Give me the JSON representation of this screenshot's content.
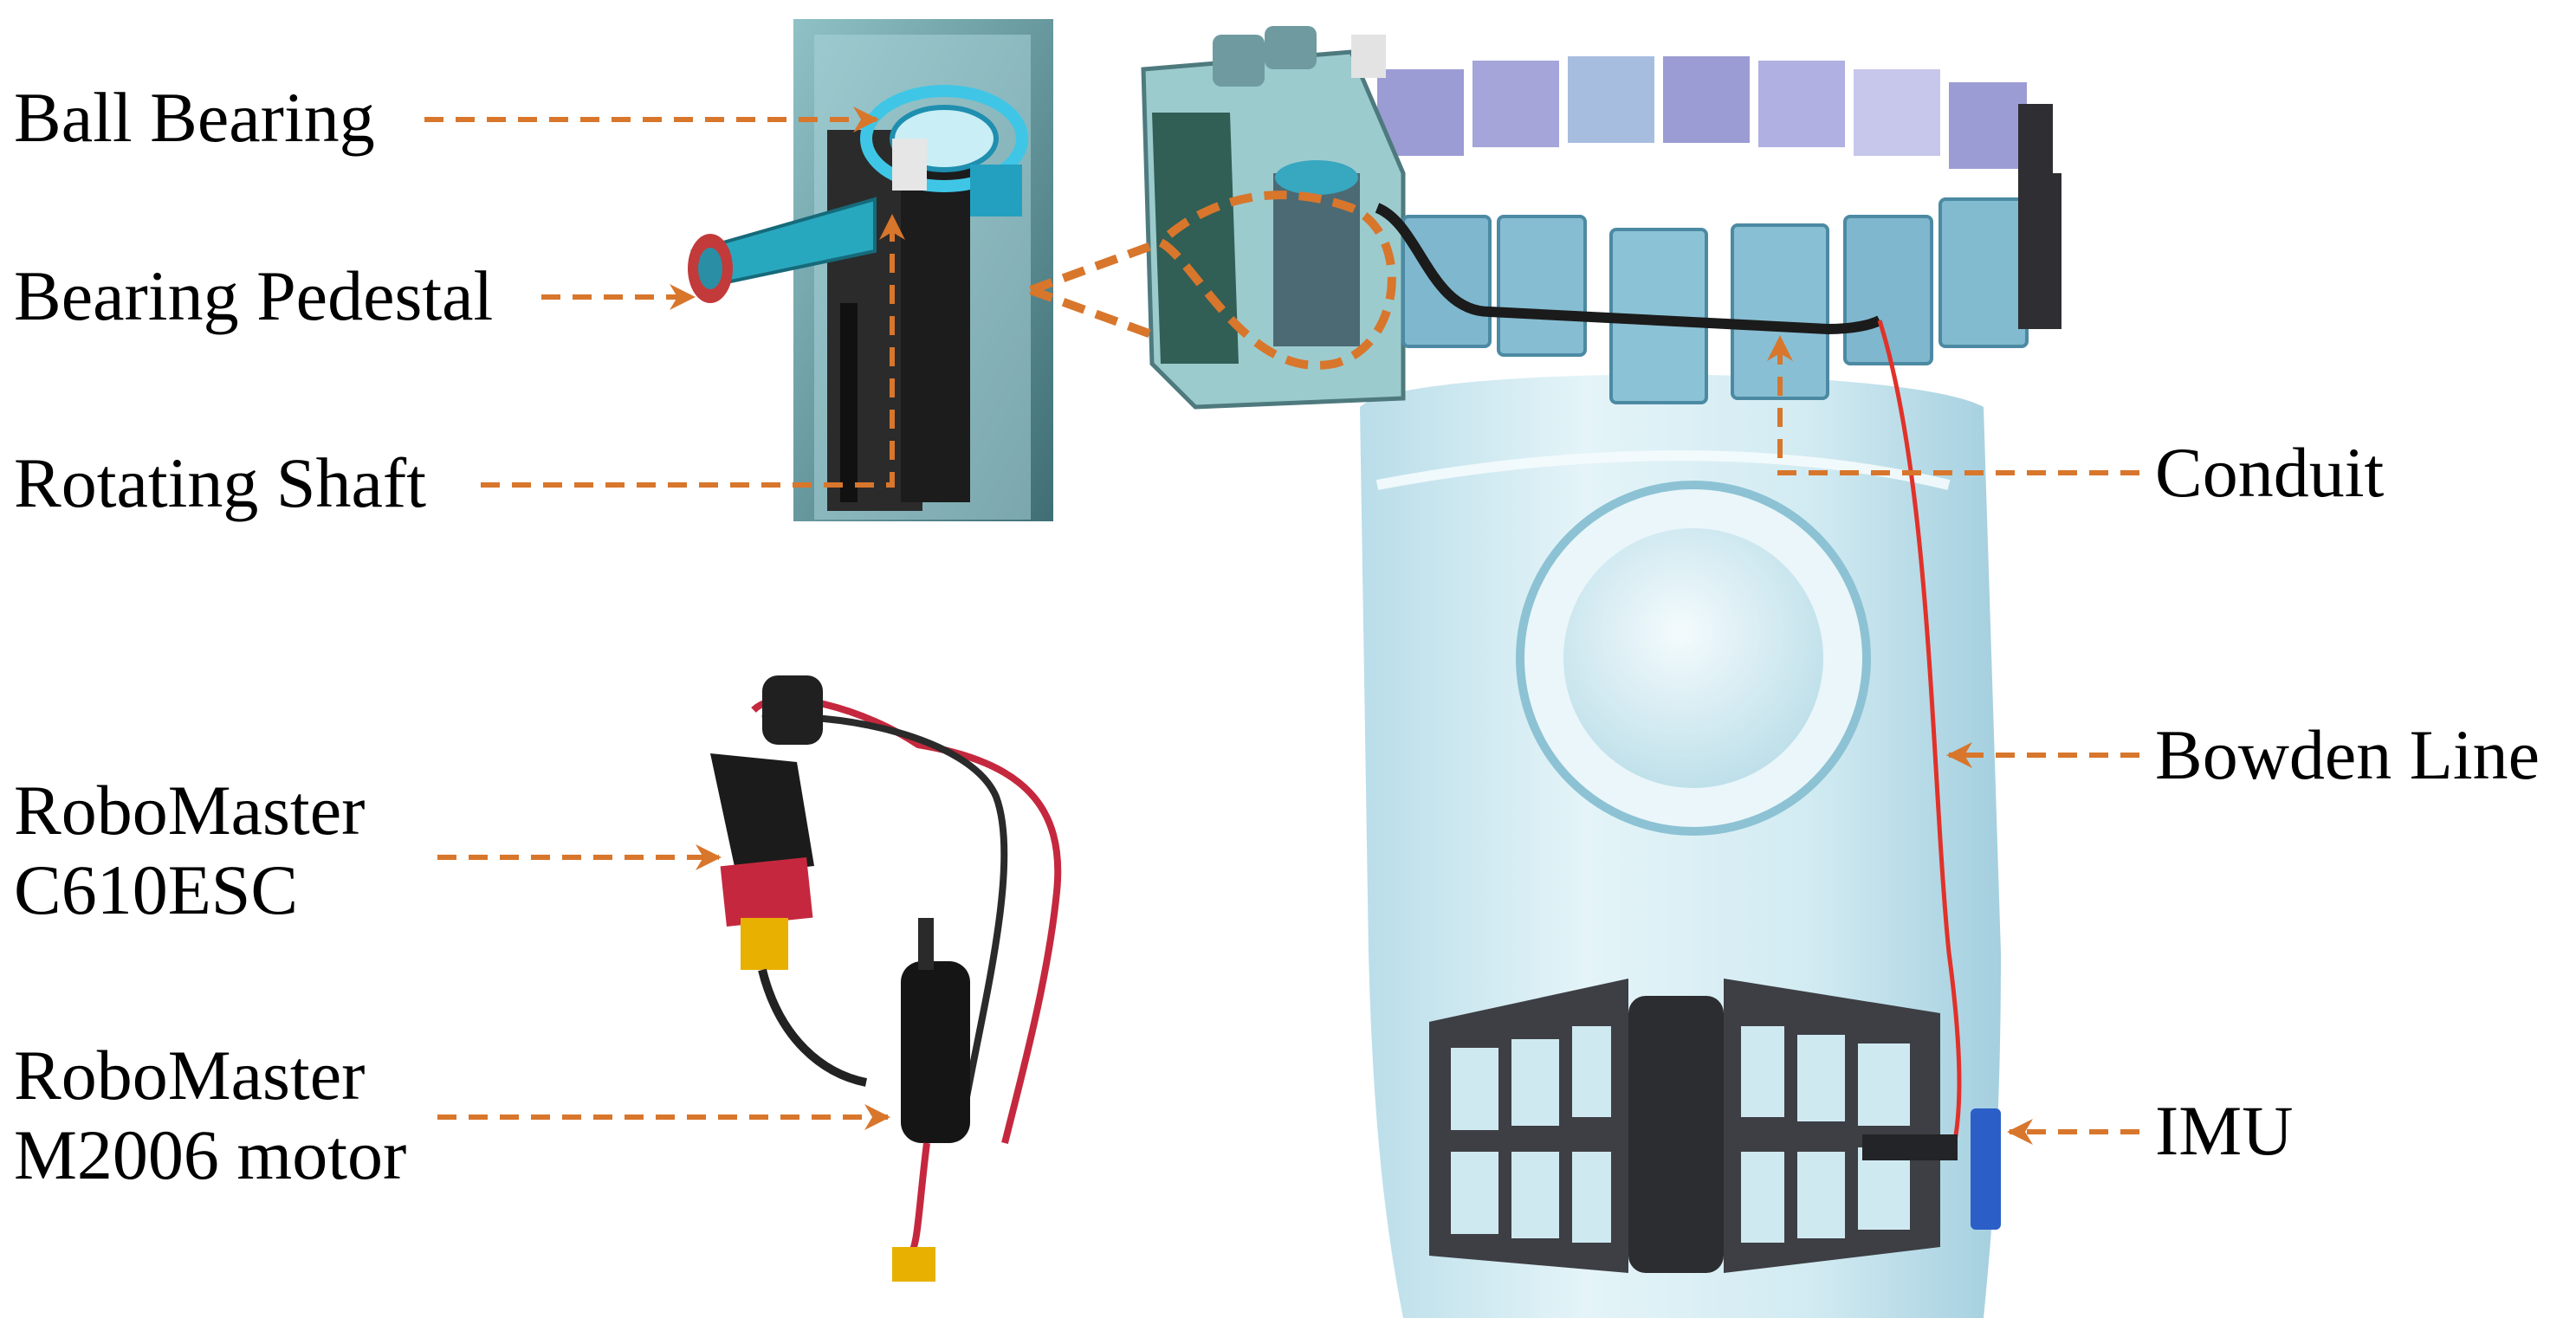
{
  "colors": {
    "leader": "#d8762c",
    "brace_frame": "#7fc0d3",
    "brace_light": "#9fd2e3",
    "leg": "#cfe9f1",
    "leg_shade": "#a9d4e3",
    "strap": "#3d3f44",
    "cable_red": "#e0322a",
    "imu_blue": "#2b5fc7",
    "esc_red": "#c5283e",
    "xt60_yellow": "#e8b000"
  },
  "labels": {
    "ball_bearing": "Ball Bearing",
    "bearing_pedestal": "Bearing Pedestal",
    "rotating_shaft": "Rotating Shaft",
    "esc_line1": "RoboMaster",
    "esc_line2": "C610ESC",
    "motor_line1": "RoboMaster",
    "motor_line2": "M2006 motor",
    "conduit": "Conduit",
    "bowden_line": "Bowden Line",
    "imu": "IMU"
  },
  "icons": {
    "arrow": "arrowhead-icon"
  }
}
